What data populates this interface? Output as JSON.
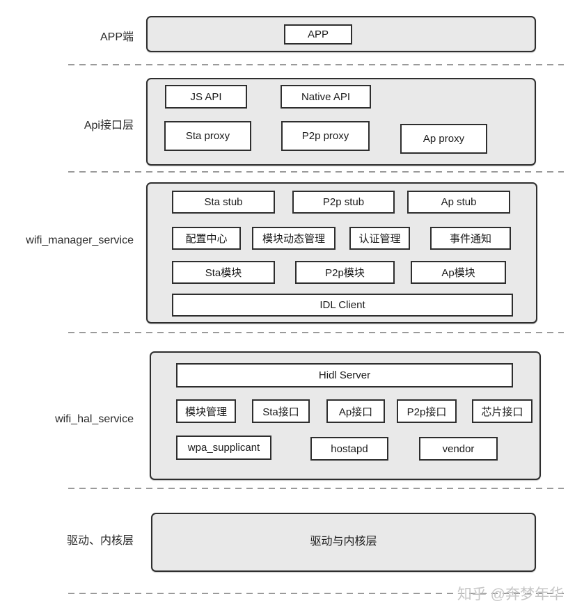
{
  "layers": [
    {
      "label": "APP端",
      "boxes": [
        "APP"
      ]
    },
    {
      "label": "Api接口层",
      "boxes": [
        "JS API",
        "Native API",
        "Sta proxy",
        "P2p proxy",
        "Ap proxy"
      ]
    },
    {
      "label": "wifi_manager_service",
      "boxes": [
        "Sta stub",
        "P2p stub",
        "Ap stub",
        "配置中心",
        "模块动态管理",
        "认证管理",
        "事件通知",
        "Sta模块",
        "P2p模块",
        "Ap模块",
        "IDL Client"
      ]
    },
    {
      "label": "wifi_hal_service",
      "boxes": [
        "Hidl Server",
        "模块管理",
        "Sta接口",
        "Ap接口",
        "P2p接口",
        "芯片接口",
        "wpa_supplicant",
        "hostapd",
        "vendor"
      ]
    },
    {
      "label": "驱动、内核层",
      "boxes": [
        "驱动与内核层"
      ]
    }
  ],
  "watermark": "知乎 @奔梦年华",
  "colors": {
    "layer_fill": "#e9e9e9",
    "box_fill": "#ffffff",
    "border": "#2e2e2e",
    "dash_line": "#9a9a9a",
    "watermark": "#c6c6c6"
  }
}
